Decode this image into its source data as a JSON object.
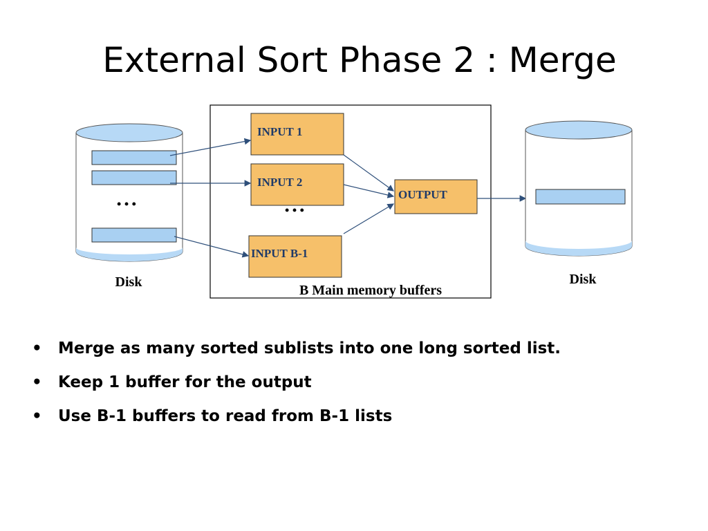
{
  "title": "External Sort Phase 2 : Merge",
  "diagram": {
    "left_disk_label": "Disk",
    "right_disk_label": "Disk",
    "buffers": {
      "input_1": "INPUT  1",
      "input_2": "INPUT 2",
      "input_b1": "INPUT B-1",
      "output": "OUTPUT"
    },
    "ellipsis": "•  •  •",
    "memory_caption": "B Main memory buffers",
    "colors": {
      "buffer_fill": "#f6c06a",
      "page_fill": "#a9d0f2",
      "disk_fill": "#b7d9f6",
      "arrow": "#2e4f7a"
    }
  },
  "bullets": [
    "Merge as many sorted sublists into one long sorted list.",
    "Keep 1 buffer for the output",
    "Use B-1 buffers to read from B-1 lists"
  ]
}
